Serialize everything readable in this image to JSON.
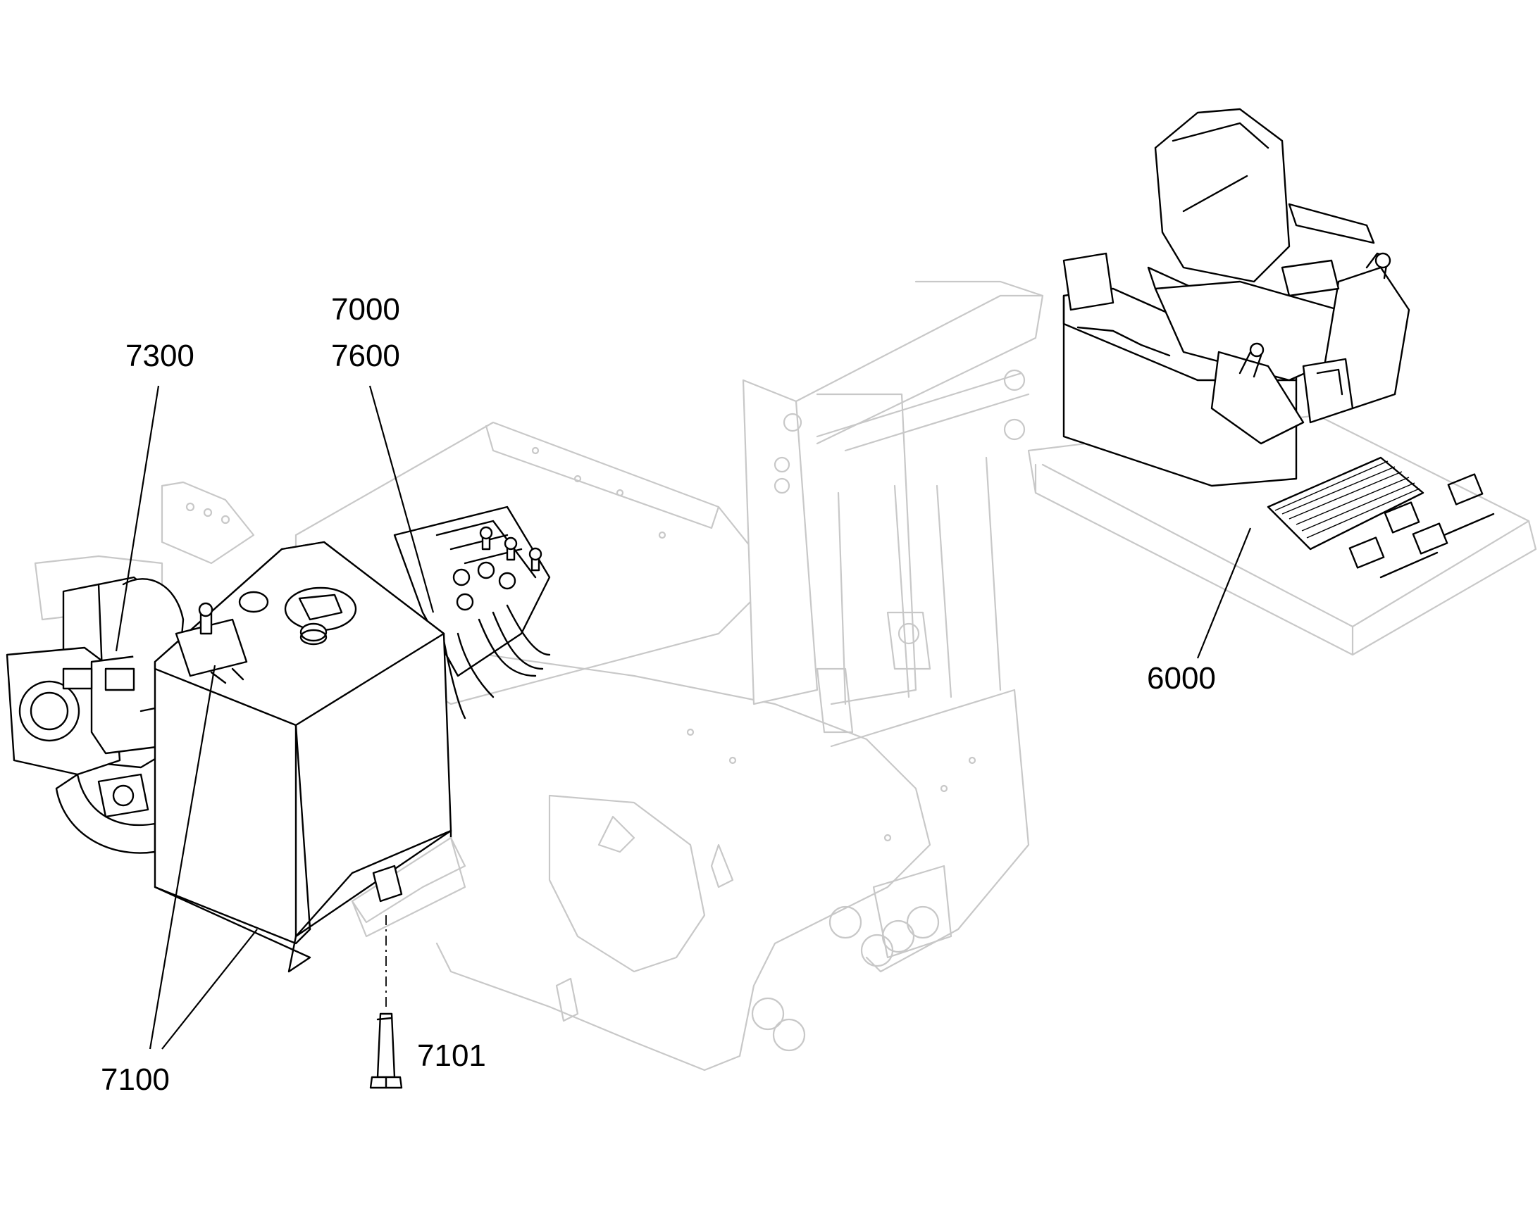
{
  "callouts": {
    "c7000": "7000",
    "c7600": "7600",
    "c7300": "7300",
    "c6000": "6000",
    "c7100": "7100",
    "c7101": "7101"
  }
}
